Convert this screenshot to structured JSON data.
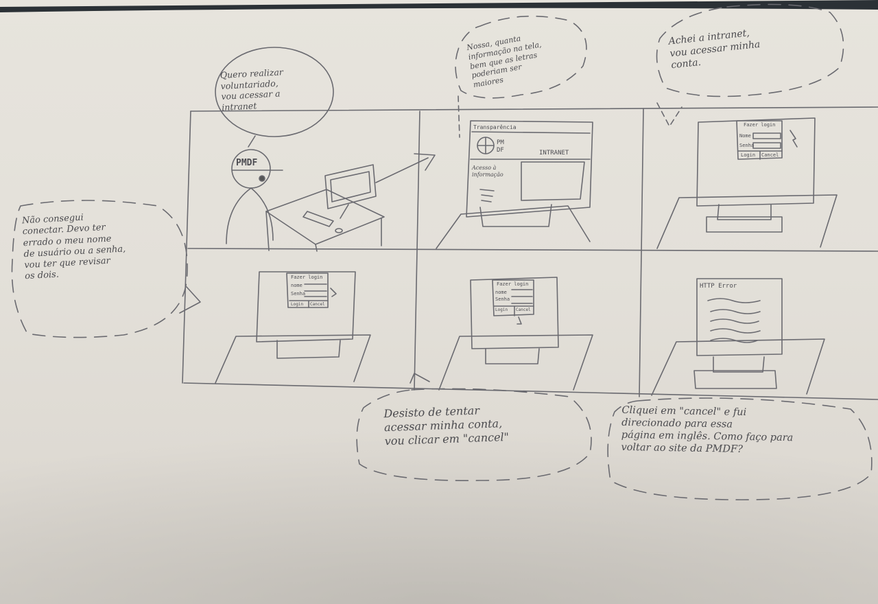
{
  "storyboard": {
    "panel1": {
      "thought": "Quero realizar\nvoluntariado,\nvou acessar a\nintranet",
      "cap_label": "PMDF"
    },
    "panel2": {
      "thought": "Nossa, quanta\ninformação na tela,\nbem que as letras\npoderiam ser\nmaiores",
      "site_header": "Transparência",
      "logo_line1": "PM",
      "logo_line2": "DF",
      "intranet_label": "INTRANET",
      "sidebar_text": "Acesso à\ninformação"
    },
    "panel3": {
      "thought": "Achei a intranet,\nvou acessar minha\nconta.",
      "form_title": "Fazer login",
      "name_label": "Nome",
      "password_label": "Senha",
      "login_button": "Login",
      "cancel_button": "Cancel"
    },
    "panel4": {
      "thought": "Não consegui\nconectar. Devo ter\nerrado o meu nome\nde usuário ou a senha,\nvou ter que revisar\nos dois.",
      "form_title": "Fazer login",
      "name_label": "nome",
      "password_label": "Senha",
      "login_button": "Login",
      "cancel_button": "Cancel"
    },
    "panel5": {
      "thought": "Desisto de tentar\nacessar minha conta,\nvou clicar em \"cancel\"",
      "form_title": "Fazer login",
      "name_label": "nome",
      "password_label": "Senha",
      "login_button": "Login",
      "cancel_button": "Cancel"
    },
    "panel6": {
      "thought": "Cliquei em \"cancel\" e fui\ndirecionado para essa\npágina em inglês. Como faço para\nvoltar ao site da PMDF?",
      "error_title": "HTTP Error"
    }
  }
}
